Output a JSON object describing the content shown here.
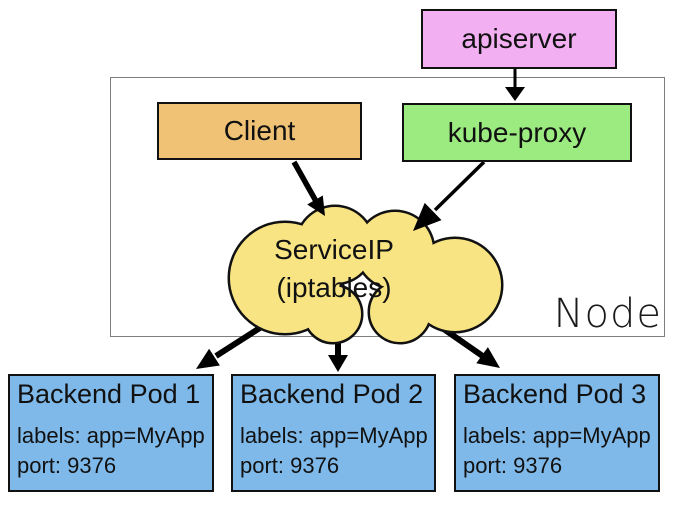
{
  "diagram": {
    "background": "#ffffff",
    "apiserver": {
      "label": "apiserver",
      "fill": "#f2aff2"
    },
    "client": {
      "label": "Client",
      "fill": "#efc276"
    },
    "kube_proxy": {
      "label": "kube-proxy",
      "fill": "#9ceb80"
    },
    "service_cloud": {
      "line1": "ServiceIP",
      "line2": "(iptables)",
      "fill": "#f8e483"
    },
    "node": {
      "label": "Node"
    },
    "pod_fill": "#7fb9e9",
    "pods": [
      {
        "title": "Backend Pod 1",
        "labels": "labels: app=MyApp",
        "port": "port: 9376"
      },
      {
        "title": "Backend Pod 2",
        "labels": "labels: app=MyApp",
        "port": "port: 9376"
      },
      {
        "title": "Backend Pod 3",
        "labels": "labels: app=MyApp",
        "port": "port: 9376"
      }
    ],
    "edges": [
      {
        "from": "apiserver",
        "to": "kube-proxy"
      },
      {
        "from": "Client",
        "to": "ServiceIP (iptables)"
      },
      {
        "from": "kube-proxy",
        "to": "ServiceIP (iptables)"
      },
      {
        "from": "ServiceIP (iptables)",
        "to": "Backend Pod 1"
      },
      {
        "from": "ServiceIP (iptables)",
        "to": "Backend Pod 2"
      },
      {
        "from": "ServiceIP (iptables)",
        "to": "Backend Pod 3"
      }
    ]
  }
}
